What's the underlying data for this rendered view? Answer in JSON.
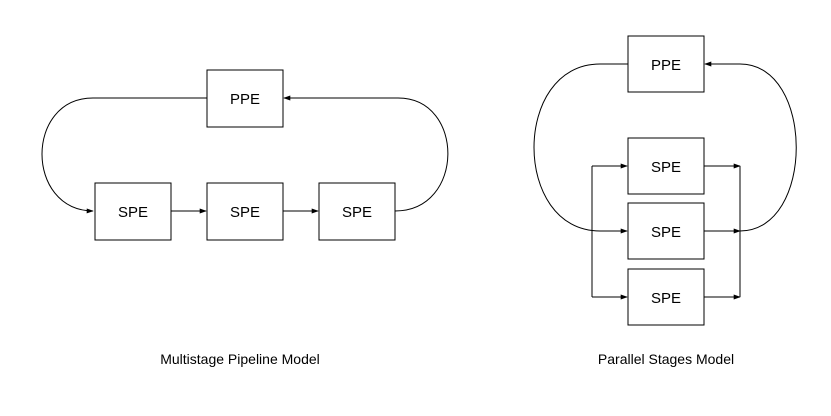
{
  "pipeline": {
    "caption": "Multistage Pipeline Model",
    "ppe_label": "PPE",
    "spe_labels": [
      "SPE",
      "SPE",
      "SPE"
    ]
  },
  "parallel": {
    "caption": "Parallel Stages Model",
    "ppe_label": "PPE",
    "spe_labels": [
      "SPE",
      "SPE",
      "SPE"
    ]
  }
}
